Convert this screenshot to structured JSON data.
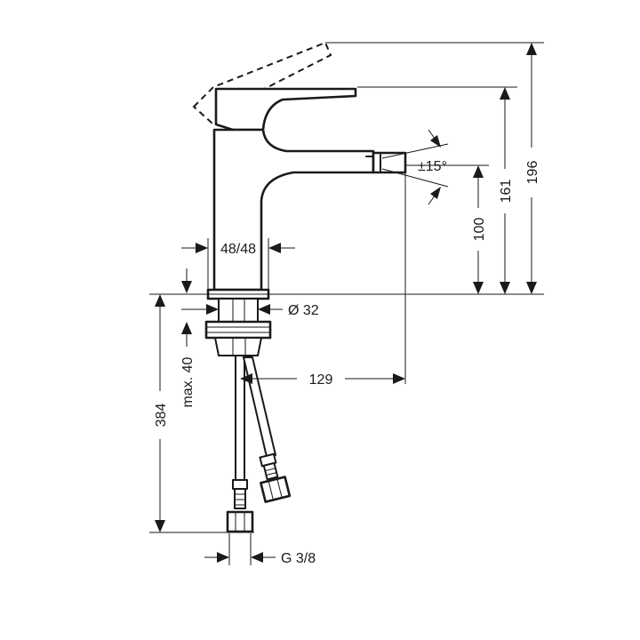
{
  "dimensions": {
    "height_total": "196",
    "height_lever": "161",
    "height_spout": "100",
    "spout_angle": "±15°",
    "body_width": "48/48",
    "thread_diameter": "Ø 32",
    "max_thickness": "max. 40",
    "below_deck": "384",
    "projection": "129",
    "connection": "G 3/8"
  }
}
